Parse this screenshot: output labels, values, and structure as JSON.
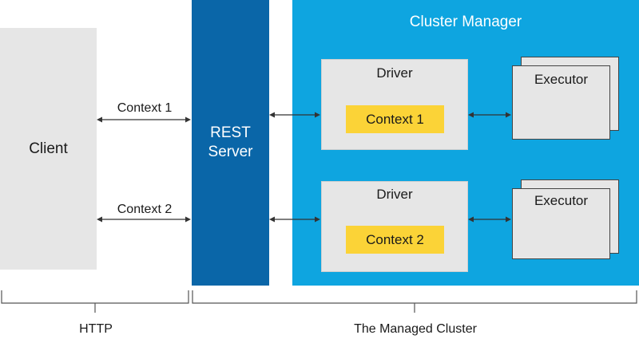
{
  "client": {
    "label": "Client"
  },
  "rest_server": {
    "label_line1": "REST",
    "label_line2": "Server"
  },
  "cluster_manager": {
    "title": "Cluster Manager"
  },
  "connections": [
    {
      "label": "Context 1"
    },
    {
      "label": "Context 2"
    }
  ],
  "drivers": [
    {
      "label": "Driver",
      "context": "Context 1",
      "executor": "Executor"
    },
    {
      "label": "Driver",
      "context": "Context 2",
      "executor": "Executor"
    }
  ],
  "brackets": {
    "left": "HTTP",
    "right": "The Managed Cluster"
  },
  "colors": {
    "rest_server": "#0a66a8",
    "cluster_manager": "#0ea5e0",
    "context_highlight": "#fbd337",
    "panel_gray": "#e6e6e6"
  }
}
